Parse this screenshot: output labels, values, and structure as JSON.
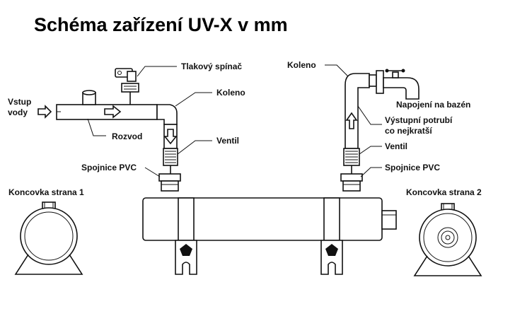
{
  "title": "Schéma zařízení UV-X v mm",
  "labels": {
    "tlakovy_spinac": "Tlakový spínač",
    "koleno_left": "Koleno",
    "koleno_right": "Koleno",
    "vstup_line1": "Vstup",
    "vstup_line2": "vody",
    "rozvod": "Rozvod",
    "ventil_left": "Ventil",
    "ventil_right": "Ventil",
    "spojnice_left": "Spojnice PVC",
    "spojnice_right": "Spojnice PVC",
    "napojeni": "Napojení na bazén",
    "vystupni_line1": "Výstupní potrubí",
    "vystupni_line2": "co nejkratší",
    "koncovka1": "Koncovka strana 1",
    "koncovka2": "Koncovka strana 2"
  }
}
